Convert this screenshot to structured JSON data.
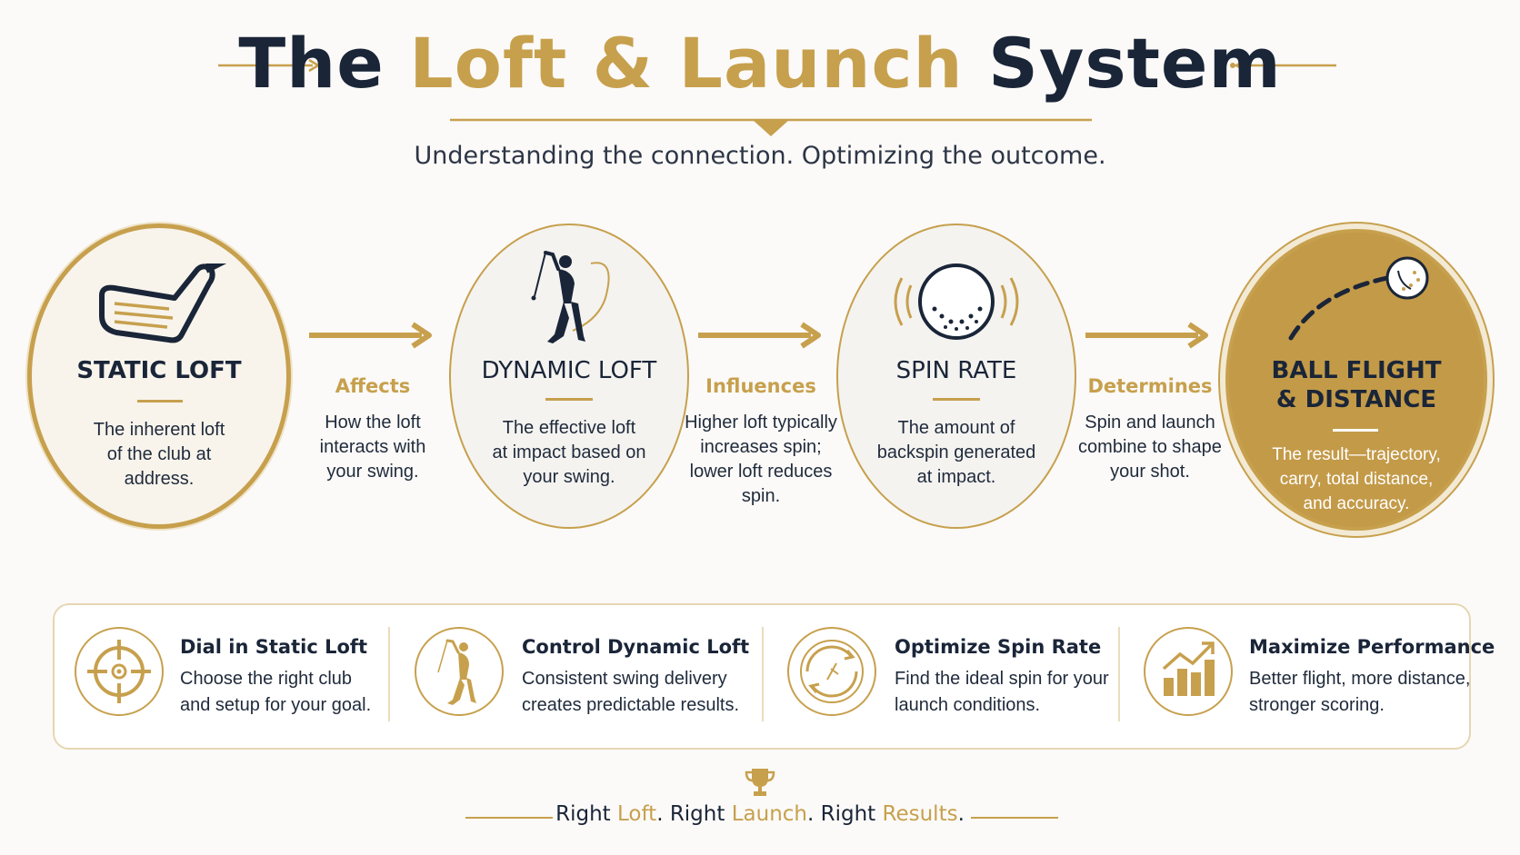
{
  "header": {
    "title_part1": "The",
    "title_part2": "Loft & Launch",
    "title_part3": "System",
    "subtitle": "Understanding the connection. Optimizing the outcome."
  },
  "nodes": [
    {
      "title": "STATIC LOFT",
      "description": [
        "The inherent loft",
        "of the club at",
        "address."
      ],
      "icon": "golf-iron-icon"
    },
    {
      "title": "DYNAMIC LOFT",
      "description": [
        "The effective loft",
        "at impact based on",
        "your swing."
      ],
      "icon": "golfer-swing-icon"
    },
    {
      "title": "SPIN RATE",
      "description": [
        "The amount of",
        "backspin generated",
        "at impact."
      ],
      "icon": "spinning-ball-icon"
    },
    {
      "title_lines": [
        "BALL FLIGHT",
        "& DISTANCE"
      ],
      "description": [
        "The result—trajectory,",
        "carry, total distance,",
        "and accuracy."
      ],
      "icon": "ball-flight-icon"
    }
  ],
  "connectors": [
    {
      "label": "Affects",
      "description": [
        "How the loft",
        "interacts with",
        "your swing."
      ]
    },
    {
      "label": "Influences",
      "description": [
        "Higher loft typically",
        "increases spin;",
        "lower loft reduces",
        "spin."
      ]
    },
    {
      "label": "Determines",
      "description": [
        "Spin and launch",
        "combine to shape",
        "your shot."
      ]
    }
  ],
  "tips": [
    {
      "title": "Dial in Static Loft",
      "description": [
        "Choose the right club",
        "and setup for your goal."
      ],
      "icon": "crosshair-icon"
    },
    {
      "title": "Control Dynamic Loft",
      "description": [
        "Consistent swing delivery",
        "creates predictable results."
      ],
      "icon": "golfer-icon"
    },
    {
      "title": "Optimize Spin Rate",
      "description": [
        "Find the ideal spin for your",
        "launch conditions."
      ],
      "icon": "spin-icon"
    },
    {
      "title": "Maximize Performance",
      "description": [
        "Better flight, more distance,",
        "stronger scoring."
      ],
      "icon": "growth-chart-icon"
    }
  ],
  "footer": {
    "w1": "Right",
    "g1": "Loft",
    "p1": ".",
    "w2": "Right",
    "g2": "Launch",
    "p2": ".",
    "w3": "Right",
    "g3": "Results",
    "p3": "."
  },
  "colors": {
    "gold": "#c7a04d",
    "navy": "#1a2538",
    "background": "#fbfaf8"
  }
}
